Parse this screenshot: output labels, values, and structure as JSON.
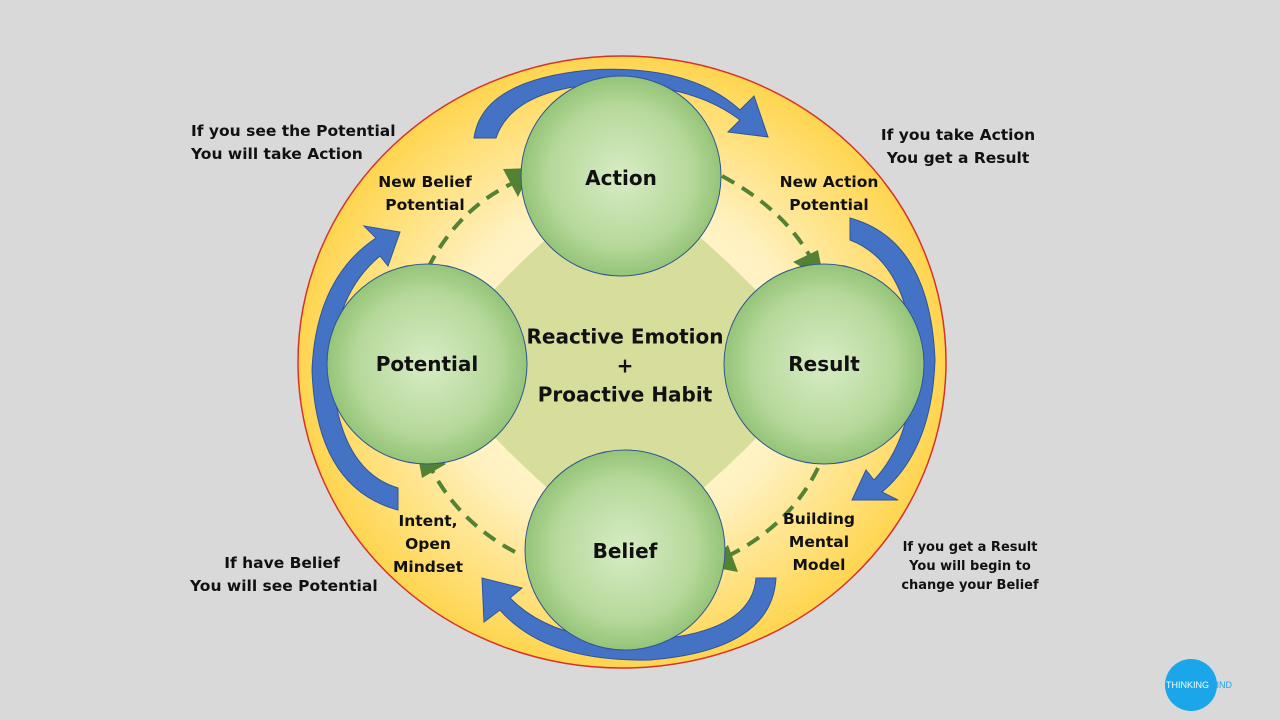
{
  "nodes": {
    "action": "Action",
    "result": "Result",
    "belief": "Belief",
    "potential": "Potential"
  },
  "center": {
    "line1": "Reactive Emotion",
    "line2": "+",
    "line3": "Proactive Habit"
  },
  "inner_labels": {
    "new_belief_potential": [
      "New Belief",
      "Potential"
    ],
    "new_action_potential": [
      "New Action",
      "Potential"
    ],
    "building_mental_model": [
      "Building",
      "Mental",
      "Model"
    ],
    "intent_open_mindset": [
      "Intent,",
      "Open",
      "Mindset"
    ]
  },
  "outer_labels": {
    "top_left": [
      "If you see the Potential",
      "You will take Action"
    ],
    "top_right": [
      "If you take Action",
      "You get a Result"
    ],
    "bottom_right": [
      "If you get a Result",
      "You will begin to",
      "change your Belief"
    ],
    "bottom_left": [
      "If have Belief",
      "You will see Potential"
    ]
  },
  "logo": {
    "part1": "THINKING",
    "part2": "MIND"
  },
  "colors": {
    "background": "#d9d9d9",
    "outer_ring": "#ffd966",
    "outer_ring_border": "#d9312a",
    "inner_area": "#d7dd9a",
    "node_fill": "#a9d18e",
    "node_border": "#2f5597",
    "cycle_arrow": "#548235",
    "outer_arrow": "#4472c4",
    "logo": "#1aa6e8"
  }
}
